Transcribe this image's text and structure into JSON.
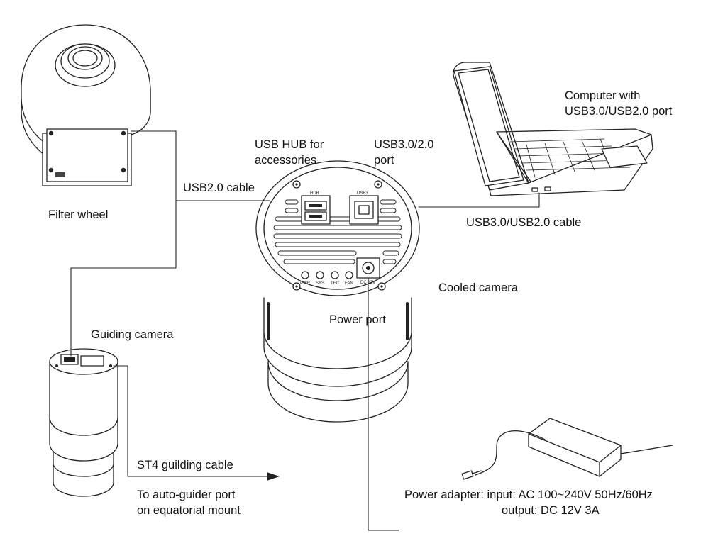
{
  "labels": {
    "filter_wheel": "Filter wheel",
    "usb20_cable": "USB2.0 cable",
    "usb_hub_line1": "USB HUB for",
    "usb_hub_line2": "accessories",
    "usb_port_line1": "USB3.0/2.0",
    "usb_port_line2": "port",
    "computer_line1": "Computer with",
    "computer_line2": "USB3.0/USB2.0 port",
    "usb30_cable": "USB3.0/USB2.0 cable",
    "cooled_camera": "Cooled camera",
    "power_port": "Power port",
    "guiding_camera": "Guiding camera",
    "st4_cable": "ST4 guilding cable",
    "auto_guider_line1": "To auto-guider port",
    "auto_guider_line2": "on equatorial mount",
    "adapter_input": "Power adapter: input:   AC 100~240V 50Hz/60Hz",
    "adapter_output": "output: DC 12V 3A"
  },
  "panel_text": {
    "hub": "HUB",
    "usb3": "USB3",
    "dc12v": "DC 12V",
    "leds": [
      "PWR",
      "SYS",
      "TEC",
      "FAN"
    ]
  },
  "colors": {
    "line": "#222222",
    "background": "#ffffff"
  }
}
